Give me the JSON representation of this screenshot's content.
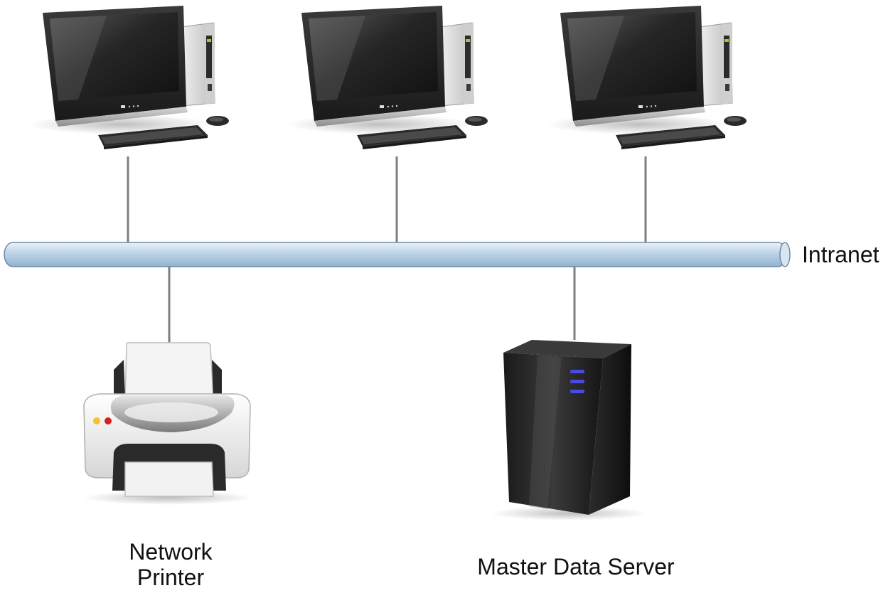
{
  "network": {
    "bus_label": "Intranet",
    "printer_label": "Network Printer",
    "server_label": "Master Data Server"
  },
  "nodes": [
    {
      "id": "computer-1",
      "kind": "desktop-computer-icon"
    },
    {
      "id": "computer-2",
      "kind": "desktop-computer-icon"
    },
    {
      "id": "computer-3",
      "kind": "desktop-computer-icon"
    },
    {
      "id": "network-printer",
      "kind": "printer-icon"
    },
    {
      "id": "master-data-server",
      "kind": "server-tower-icon"
    }
  ],
  "colors": {
    "bus_fill": "#bcd3e8",
    "bus_stroke": "#6f8aa6",
    "connector": "#7f7f7f",
    "server_led": "#4a4ae0",
    "printer_led_yellow": "#f2c230",
    "printer_led_red": "#d62020"
  }
}
